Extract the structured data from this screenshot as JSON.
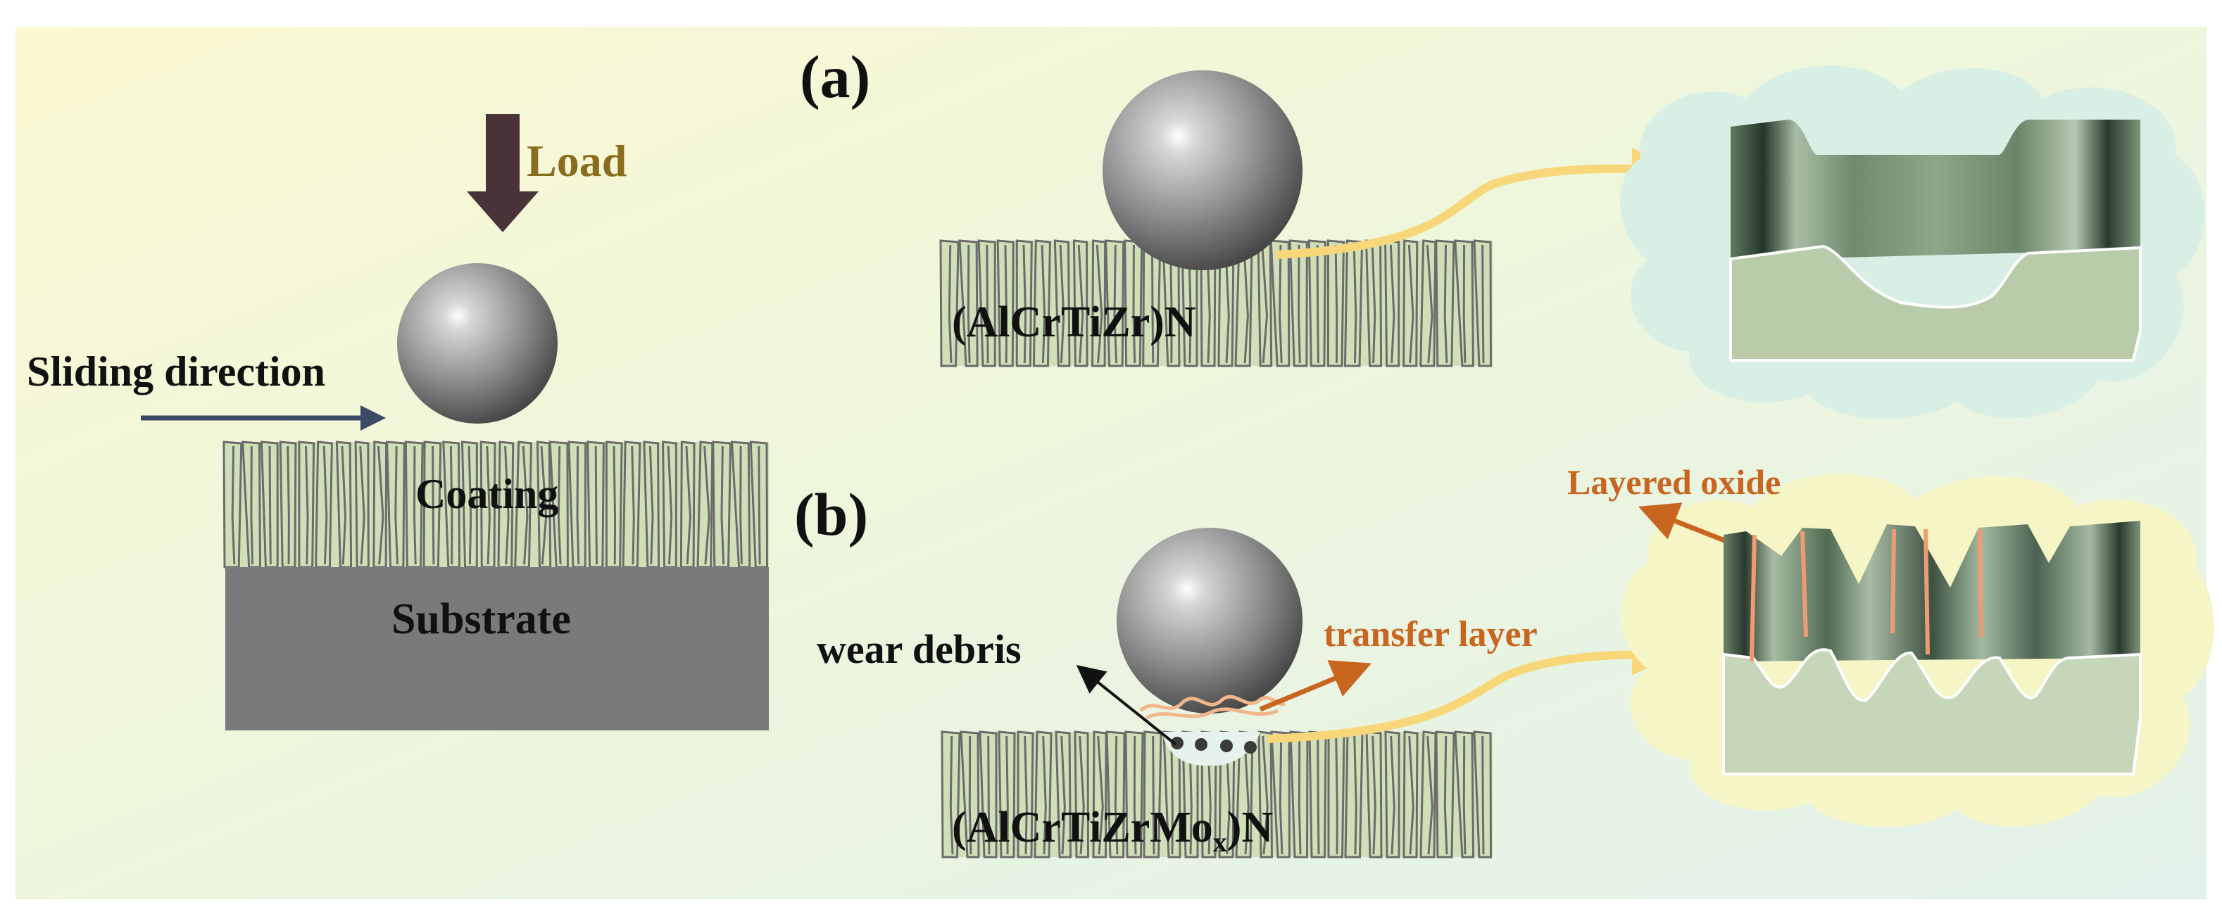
{
  "labels": {
    "panel_a": "(a)",
    "panel_b": "(b)",
    "load": "Load",
    "sliding_direction": "Sliding direction",
    "coating": "Coating",
    "substrate": "Substrate",
    "coating_a": "(AlCrTiZr)N",
    "coating_b_main": "(AlCrTiZrMo",
    "coating_b_sub": "x",
    "coating_b_end": ")N",
    "wear_debris": "wear debris",
    "transfer_layer": "transfer layer",
    "layered_oxide": "Layered oxide"
  },
  "colors": {
    "load_text": "#8a6d1c",
    "load_arrow": "#4a3338",
    "sliding_arrow": "#3c4a66",
    "coating_fill": "#cfe0b8",
    "column_stroke": "#6b6b6b",
    "substrate_fill": "#7a7a7a",
    "orange_label": "#c8651f",
    "curve_arrow": "#f7d77a",
    "cloud_a": "#d8efe6",
    "cloud_b": "#f6f5c6",
    "track_top": "#6f8a6f",
    "track_face": "#b9ccaa"
  }
}
